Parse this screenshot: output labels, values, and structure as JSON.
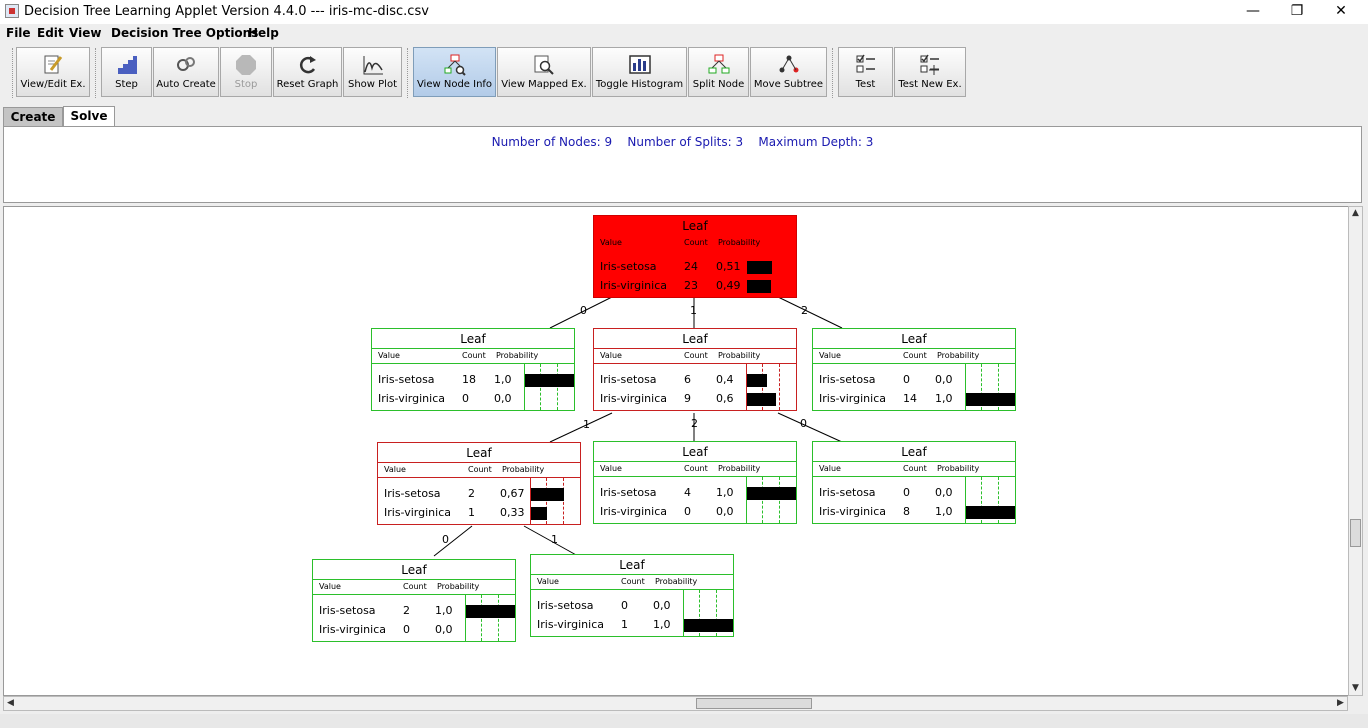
{
  "window": {
    "title": "Decision Tree Learning Applet Version 4.4.0 --- iris-mc-disc.csv",
    "minimize": "—",
    "maximize": "❐",
    "close": "✕"
  },
  "menu": [
    "File",
    "Edit",
    "View",
    "Decision Tree Options",
    "Help"
  ],
  "toolbar": {
    "view_edit": "View/Edit Ex.",
    "step": "Step",
    "auto_create": "Auto Create",
    "stop": "Stop",
    "reset_graph": "Reset Graph",
    "show_plot": "Show Plot",
    "view_node_info": "View Node Info",
    "view_mapped": "View Mapped Ex.",
    "toggle_histogram": "Toggle Histogram",
    "split_node": "Split Node",
    "move_subtree": "Move Subtree",
    "test": "Test",
    "test_new": "Test New Ex."
  },
  "tabs": {
    "create": "Create",
    "solve": "Solve",
    "active": "Solve"
  },
  "stats": {
    "nodes": "Number of Nodes: 9",
    "splits": "Number of Splits: 3",
    "depth": "Maximum Depth: 3"
  },
  "headers": {
    "value": "Value",
    "count": "Count",
    "probability": "Probability"
  },
  "nodes": [
    {
      "title": "Leaf",
      "rows": [
        {
          "value": "Iris-setosa",
          "count": "24",
          "prob": "0,51",
          "p": 0.51
        },
        {
          "value": "Iris-virginica",
          "count": "23",
          "prob": "0,49",
          "p": 0.49
        }
      ]
    },
    {
      "title": "Leaf",
      "rows": [
        {
          "value": "Iris-setosa",
          "count": "18",
          "prob": "1,0",
          "p": 1.0
        },
        {
          "value": "Iris-virginica",
          "count": "0",
          "prob": "0,0",
          "p": 0.0
        }
      ]
    },
    {
      "title": "Leaf",
      "rows": [
        {
          "value": "Iris-setosa",
          "count": "6",
          "prob": "0,4",
          "p": 0.4
        },
        {
          "value": "Iris-virginica",
          "count": "9",
          "prob": "0,6",
          "p": 0.6
        }
      ]
    },
    {
      "title": "Leaf",
      "rows": [
        {
          "value": "Iris-setosa",
          "count": "0",
          "prob": "0,0",
          "p": 0.0
        },
        {
          "value": "Iris-virginica",
          "count": "14",
          "prob": "1,0",
          "p": 1.0
        }
      ]
    },
    {
      "title": "Leaf",
      "rows": [
        {
          "value": "Iris-setosa",
          "count": "2",
          "prob": "0,67",
          "p": 0.67
        },
        {
          "value": "Iris-virginica",
          "count": "1",
          "prob": "0,33",
          "p": 0.33
        }
      ]
    },
    {
      "title": "Leaf",
      "rows": [
        {
          "value": "Iris-setosa",
          "count": "4",
          "prob": "1,0",
          "p": 1.0
        },
        {
          "value": "Iris-virginica",
          "count": "0",
          "prob": "0,0",
          "p": 0.0
        }
      ]
    },
    {
      "title": "Leaf",
      "rows": [
        {
          "value": "Iris-setosa",
          "count": "0",
          "prob": "0,0",
          "p": 0.0
        },
        {
          "value": "Iris-virginica",
          "count": "8",
          "prob": "1,0",
          "p": 1.0
        }
      ]
    },
    {
      "title": "Leaf",
      "rows": [
        {
          "value": "Iris-setosa",
          "count": "2",
          "prob": "1,0",
          "p": 1.0
        },
        {
          "value": "Iris-virginica",
          "count": "0",
          "prob": "0,0",
          "p": 0.0
        }
      ]
    },
    {
      "title": "Leaf",
      "rows": [
        {
          "value": "Iris-setosa",
          "count": "0",
          "prob": "0,0",
          "p": 0.0
        },
        {
          "value": "Iris-virginica",
          "count": "1",
          "prob": "1,0",
          "p": 1.0
        }
      ]
    }
  ],
  "edges": [
    "0",
    "1",
    "2",
    "1",
    "2",
    "0",
    "0",
    "1"
  ],
  "colors": {
    "stats_text": "#1a1ab0",
    "node_border_leaf": "#2bbf2b",
    "node_border_split": "#c82020",
    "selected_node": "#ff0000"
  }
}
